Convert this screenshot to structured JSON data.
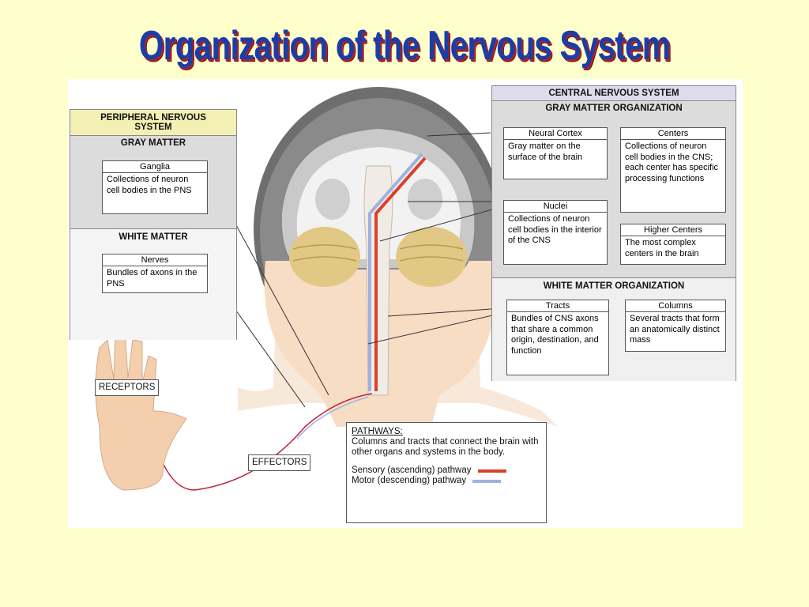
{
  "title": "Organization of the Nervous System",
  "pns": {
    "heading": "PERIPHERAL NERVOUS SYSTEM",
    "gray_matter": "GRAY MATTER",
    "ganglia": {
      "label": "Ganglia",
      "text": "Collections of neuron cell bodies in the PNS"
    },
    "white_matter": "WHITE MATTER",
    "nerves": {
      "label": "Nerves",
      "text": "Bundles of axons in the PNS"
    }
  },
  "cns": {
    "heading": "CENTRAL NERVOUS SYSTEM",
    "gray_org": "GRAY MATTER ORGANIZATION",
    "neural_cortex": {
      "label": "Neural Cortex",
      "text": "Gray matter on the surface of the brain"
    },
    "centers": {
      "label": "Centers",
      "text": "Collections of neuron cell bodies in the CNS; each center has specific processing functions"
    },
    "nuclei": {
      "label": "Nuclei",
      "text": "Collections of neuron cell bodies in the interior of the CNS"
    },
    "higher_centers": {
      "label": "Higher Centers",
      "text": "The most complex centers in the brain"
    },
    "white_org": "WHITE MATTER ORGANIZATION",
    "tracts": {
      "label": "Tracts",
      "text": "Bundles of CNS axons that share a common origin, destination, and function"
    },
    "columns": {
      "label": "Columns",
      "text": "Several tracts that form an anatomically distinct mass"
    }
  },
  "receptors": "RECEPTORS",
  "effectors": "EFFECTORS",
  "pathways": {
    "heading": "PATHWAYS:",
    "text": "Columns and tracts that connect the brain with other organs and systems in the body.",
    "sensory": "Sensory (ascending) pathway",
    "motor": "Motor (descending) pathway"
  },
  "colors": {
    "sensory": "#d9402b",
    "motor": "#9fb1e0",
    "title": "#1a3ea8",
    "cns_header": "#dcdcec",
    "pns_header": "#f3f0b4"
  }
}
